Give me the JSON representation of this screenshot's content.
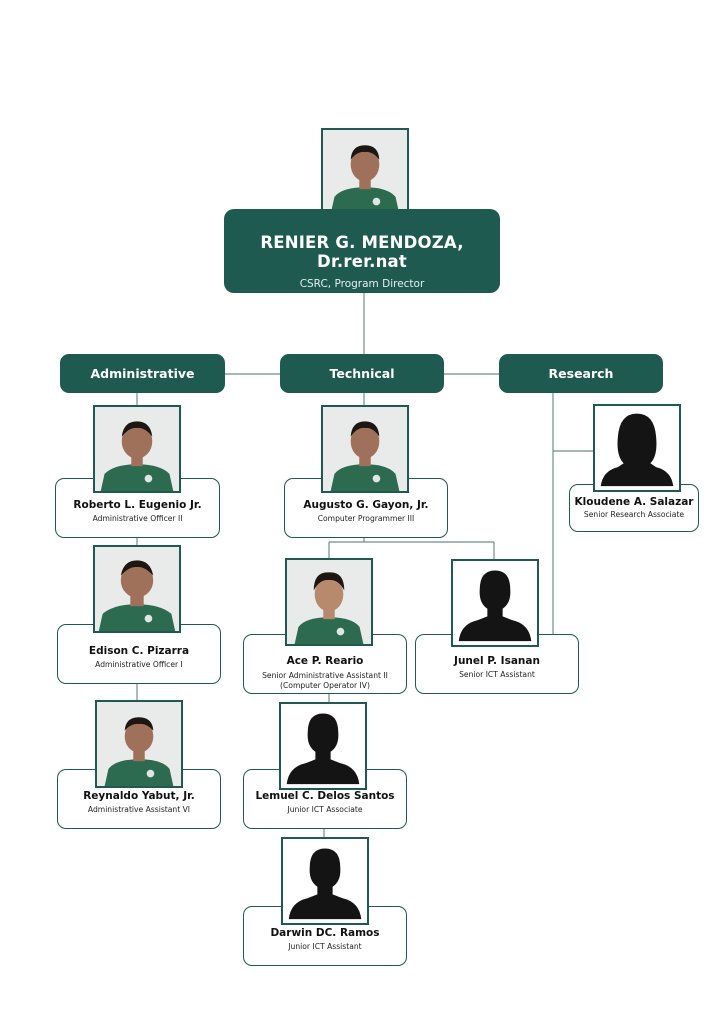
{
  "director": {
    "name": "RENIER G. MENDOZA, Dr.rer.nat",
    "role": "CSRC, Program Director"
  },
  "departments": {
    "administrative": "Administrative",
    "technical": "Technical",
    "research": "Research"
  },
  "staff": {
    "eugenio": {
      "name": "Roberto L. Eugenio Jr.",
      "role": "Administrative Officer II"
    },
    "pizarra": {
      "name": "Edison C. Pizarra",
      "role": "Administrative Officer I"
    },
    "yabut": {
      "name": "Reynaldo Yabut, Jr.",
      "role": "Administrative Assistant VI"
    },
    "gayon": {
      "name": "Augusto G. Gayon, Jr.",
      "role": "Computer Programmer III"
    },
    "reario": {
      "name": "Ace P. Reario",
      "role": "Senior Administrative Assistant II",
      "role2": "(Computer Operator IV)"
    },
    "isanan": {
      "name": "Junel P. Isanan",
      "role": "Senior ICT Assistant"
    },
    "delossantos": {
      "name": "Lemuel C. Delos Santos",
      "role": "Junior ICT Associate"
    },
    "ramos": {
      "name": "Darwin DC. Ramos",
      "role": "Junior ICT Assistant"
    },
    "salazar": {
      "name": "Kloudene A. Salazar",
      "role": "Senior Research Associate"
    }
  },
  "colors": {
    "primary": "#1e5a4f",
    "connector": "#6f8f88",
    "photo_bg": "#eceeed",
    "shirt": "#2c6b50",
    "skin": "#a0715a",
    "hair": "#1c1712",
    "silhouette": "#141414"
  }
}
